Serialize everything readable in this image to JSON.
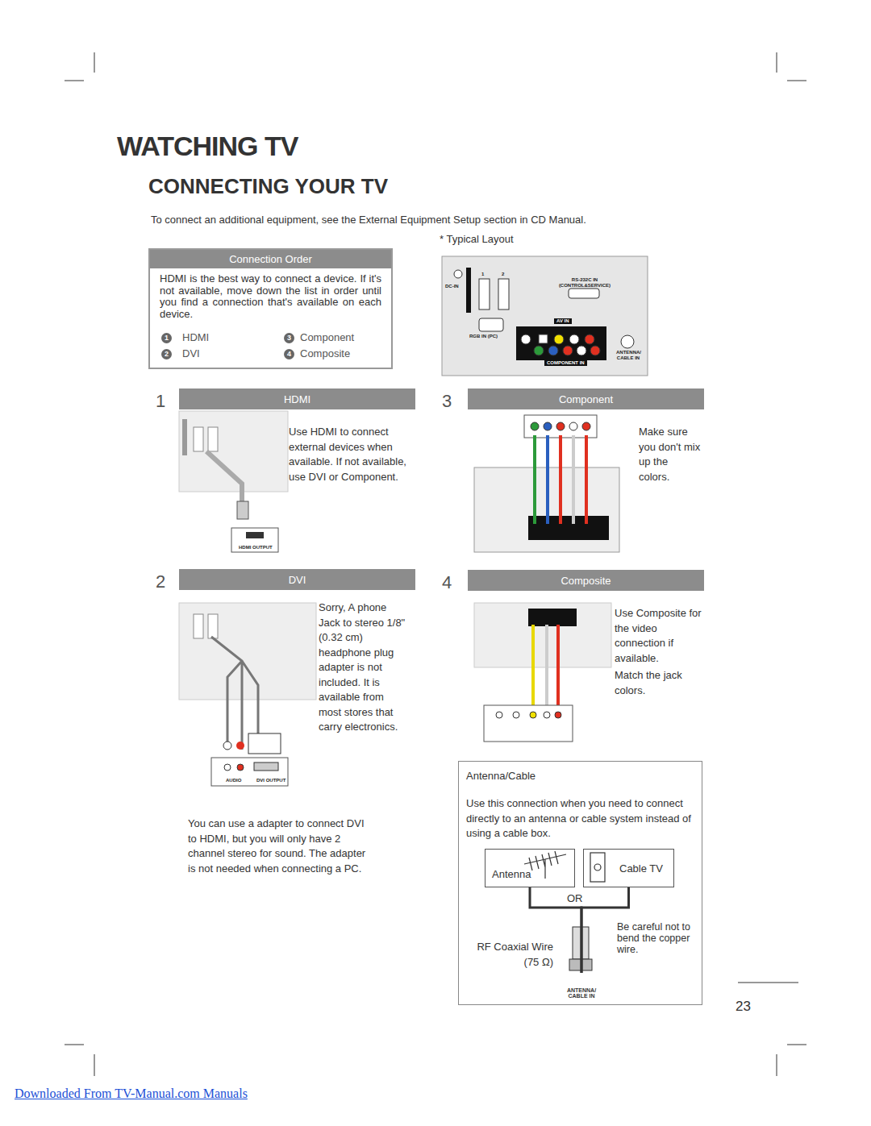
{
  "diagram": {
    "title": "WATCHING TV",
    "nodes": [
      {
        "text": [
          "Connection Order",
          "HDMI is the best way to connect a device. If it's not available, move down the list in order until you find a connection that's available on each device."
        ]
      },
      {
        "text": [
          "HDMI"
        ]
      },
      {
        "text": [
          "DVI"
        ]
      },
      {
        "text": [
          "Component"
        ]
      },
      {
        "text": [
          "Composite"
        ]
      },
      {
        "text": [
          "Antenna/Cable",
          "Use this connection when you need to connect directly to an antenna or cable system instead of using a cable box."
        ]
      },
      {
        "text": [
          "Antenna"
        ],
        "in": 5
      },
      {
        "text": [
          "Cable TV"
        ],
        "in": 5
      },
      {
        "text": [
          "ANTENNA/ CABLE IN"
        ],
        "in": 5
      }
    ],
    "edges": [
      {
        "from": 6,
        "to": 8,
        "arrow": "none"
      },
      {
        "from": 7,
        "to": 8,
        "arrow": "none"
      }
    ],
    "labels": [
      "CONNECTING YOUR TV",
      "To connect an additional equipment, see the External Equipment Setup section in CD Manual.",
      "* Typical Layout",
      "1",
      "HDMI",
      "3",
      "Component",
      "2",
      "DVI",
      "4",
      "Composite",
      "DC-IN",
      "1",
      "2",
      "RS-232C IN (CONTROL&SERVICE)",
      "AV IN",
      "RGB IN (PC)",
      "COMPONENT IN",
      "ANTENNA/ CABLE IN",
      "1",
      "Use HDMI to connect external devices when available. If not available, use DVI or Component.",
      "HDMI OUTPUT",
      "2",
      "Sorry, A phone Jack to stereo 1/8\" (0.32 cm) headphone plug adapter is not included. It is available from most stores that carry electronics.",
      "AUDIO",
      "DVI OUTPUT",
      "You can use a adapter to connect DVI to HDMI, but you will only have 2 channel stereo for sound. The adapter is not needed when connecting a PC.",
      "3",
      "Make sure you don't mix up the colors.",
      "4",
      "Use Composite for the video connection if available.",
      "Match the jack colors.",
      "OR",
      "RF Coaxial Wire (75 Ω)",
      "Be careful not to bend the copper wire.",
      "23",
      "Downloaded From TV-Manual.com Manuals"
    ]
  }
}
